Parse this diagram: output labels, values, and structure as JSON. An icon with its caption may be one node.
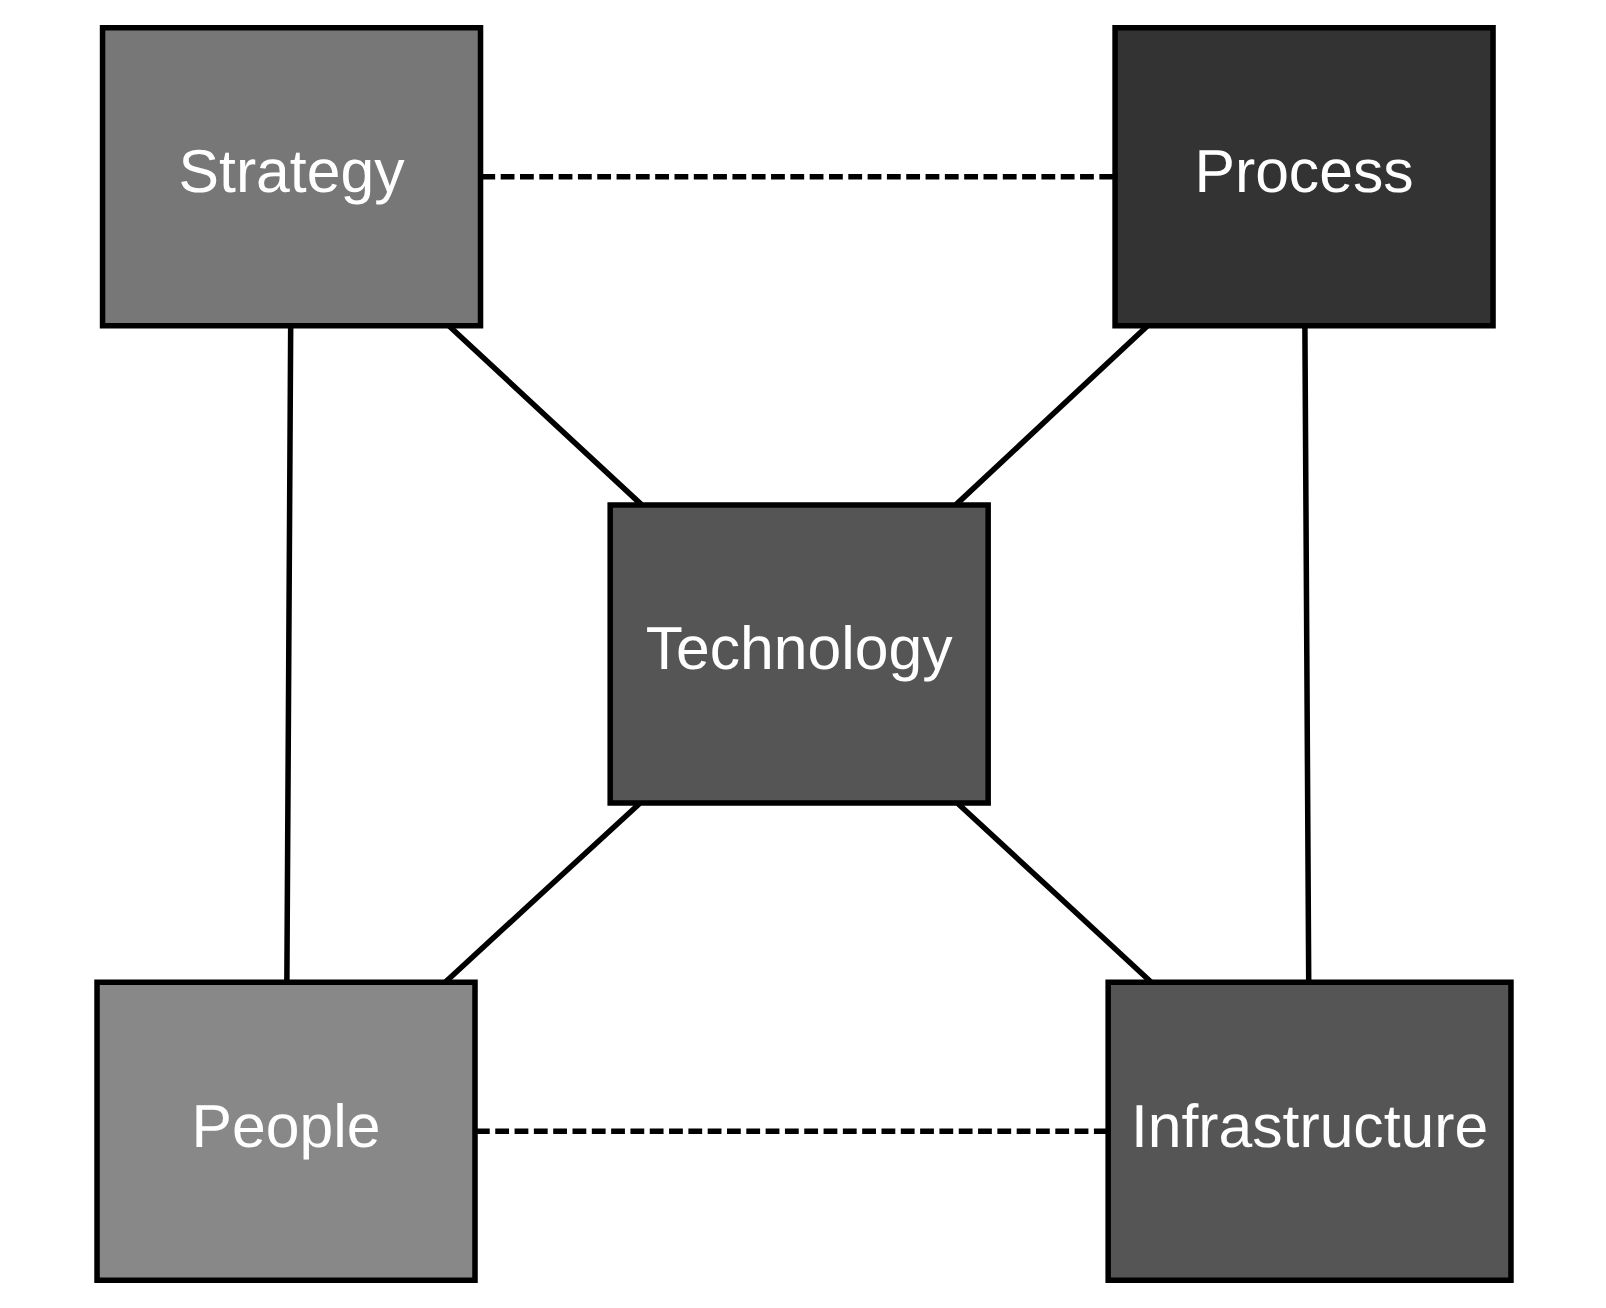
{
  "diagram": {
    "nodes": [
      {
        "text": [
          "Strategy"
        ]
      },
      {
        "text": [
          "Process"
        ]
      },
      {
        "text": [
          "Technology"
        ]
      },
      {
        "text": [
          "People"
        ]
      },
      {
        "text": [
          "Infrastructure"
        ]
      }
    ],
    "edges": [
      {
        "from": 0,
        "to": 1,
        "arrow": "none",
        "style": "dashed"
      },
      {
        "from": 0,
        "to": 2,
        "arrow": "none"
      },
      {
        "from": 1,
        "to": 2,
        "arrow": "none"
      },
      {
        "from": 0,
        "to": 3,
        "arrow": "none"
      },
      {
        "from": 1,
        "to": 4,
        "arrow": "none"
      },
      {
        "from": 2,
        "to": 3,
        "arrow": "none"
      },
      {
        "from": 2,
        "to": 4,
        "arrow": "none"
      },
      {
        "from": 3,
        "to": 4,
        "arrow": "none",
        "style": "dashed"
      }
    ]
  }
}
